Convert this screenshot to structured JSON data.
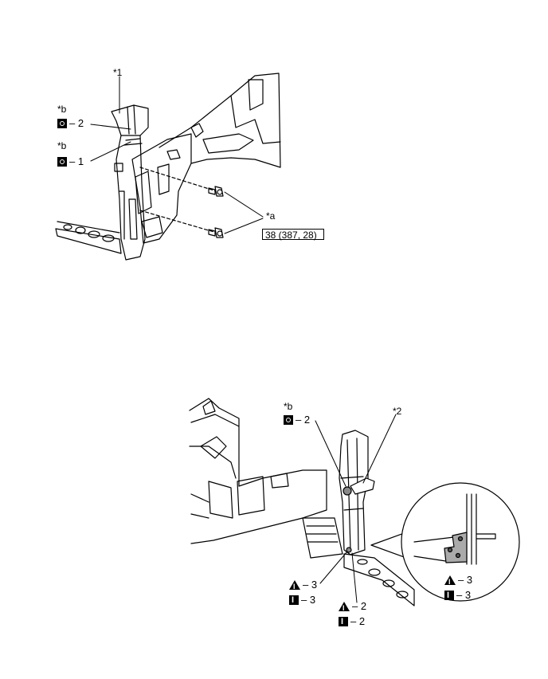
{
  "callouts": {
    "star1": "*1",
    "star2": "*2",
    "star_a": "*a",
    "star_b_1": "*b",
    "star_b_2": "*b",
    "star_b_3": "*b"
  },
  "torque_box": "38 (387, 28)",
  "codes": {
    "top_o2": "– 2",
    "top_o1": "– 1",
    "bottom_o2": "– 2",
    "left_t3": "– 3",
    "left_i3": "– 3",
    "mid_t2": "– 2",
    "mid_i2": "– 2",
    "detail_t3": "– 3",
    "detail_i3": "– 3"
  },
  "icons": {
    "o_symbol": "spot-weld-circle-icon",
    "i_symbol": "weld-i-square-icon",
    "t_symbol": "weld-triangle-icon"
  }
}
